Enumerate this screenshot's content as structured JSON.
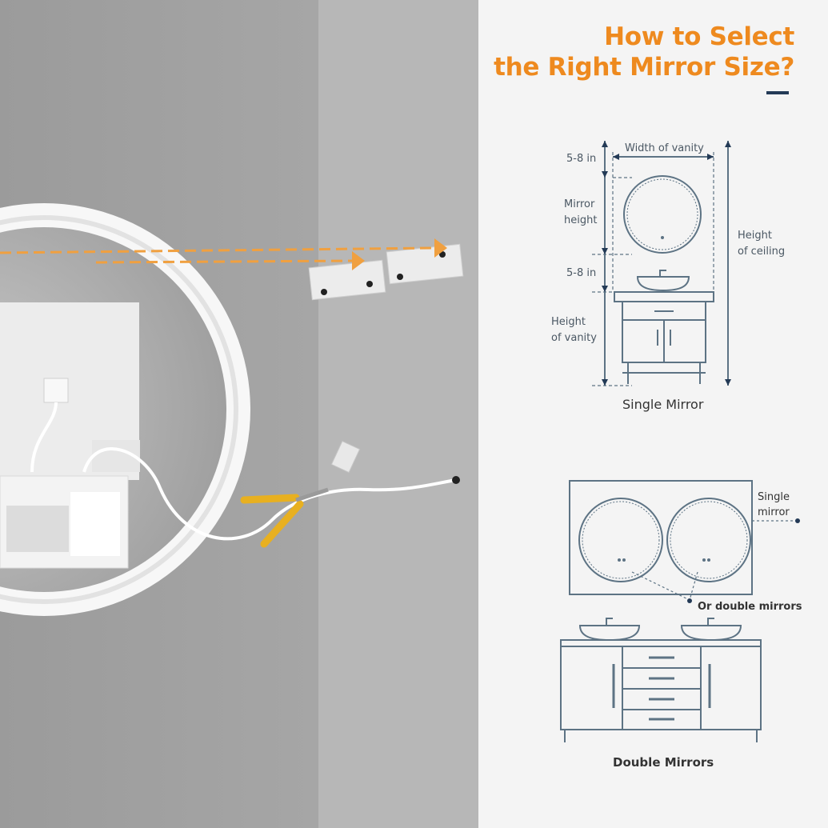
{
  "title": {
    "line1": "How to Select",
    "line2": "the Right Mirror Size?"
  },
  "single_diagram": {
    "gap_top_label": "5-8 in",
    "width_label": "Width of vanity",
    "mirror_height_line1": "Mirror",
    "mirror_height_line2": "height",
    "gap_bottom_label": "5-8 in",
    "vanity_height_line1": "Height",
    "vanity_height_line2": "of vanity",
    "ceiling_line1": "Height",
    "ceiling_line2": "of ceiling",
    "caption": "Single Mirror"
  },
  "double_diagram": {
    "single_label_line1": "Single",
    "single_label_line2": "mirror",
    "double_label": "Or double mirrors",
    "caption": "Double Mirrors"
  },
  "colors": {
    "accent": "#ee8a1f",
    "navy": "#233a56",
    "line": "#5d7384",
    "arrow": "#f0a040"
  }
}
